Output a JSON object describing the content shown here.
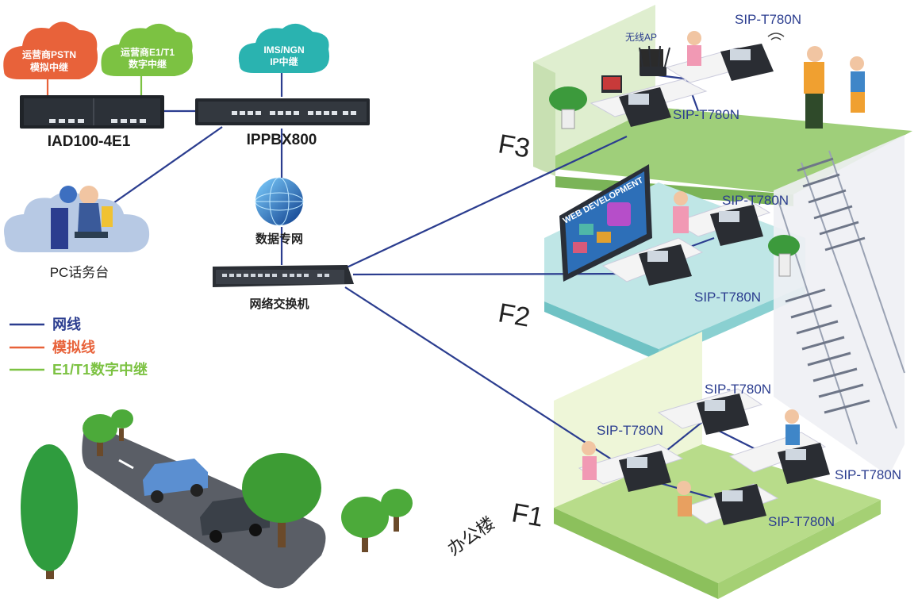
{
  "clouds": {
    "pstn": {
      "line1": "运营商PSTN",
      "line2": "模拟中继",
      "color": "#e8623a"
    },
    "e1t1": {
      "line1": "运营商E1/T1",
      "line2": "数字中继",
      "color": "#7cc242"
    },
    "ims": {
      "line1": "IMS/NGN",
      "line2": "IP中继",
      "color": "#2ab3b0"
    }
  },
  "devices": {
    "iad": "IAD100-4E1",
    "ippbx": "IPPBX800",
    "data_network": "数据专网",
    "switch": "网络交换机",
    "pc_console": "PC话务台",
    "wireless_ap": "无线AP"
  },
  "legend": [
    {
      "label": "网线",
      "color": "#2b3d8f"
    },
    {
      "label": "模拟线",
      "color": "#e8623a"
    },
    {
      "label": "E1/T1数字中继",
      "color": "#7cc242"
    }
  ],
  "phones": {
    "f3_top": "SIP-T780N",
    "f3_desk": "SIP-T780N",
    "f2_top": "SIP-T780N",
    "f2_desk": "SIP-T780N",
    "f1_top": "SIP-T780N",
    "f1_left": "SIP-T780N",
    "f1_right": "SIP-T780N",
    "f1_bottom": "SIP-T780N"
  },
  "floors": {
    "f3": "F3",
    "f2": "F2",
    "f1": "F1",
    "building": "办公楼"
  },
  "screen_text": "WEB DEVELOPMENT"
}
